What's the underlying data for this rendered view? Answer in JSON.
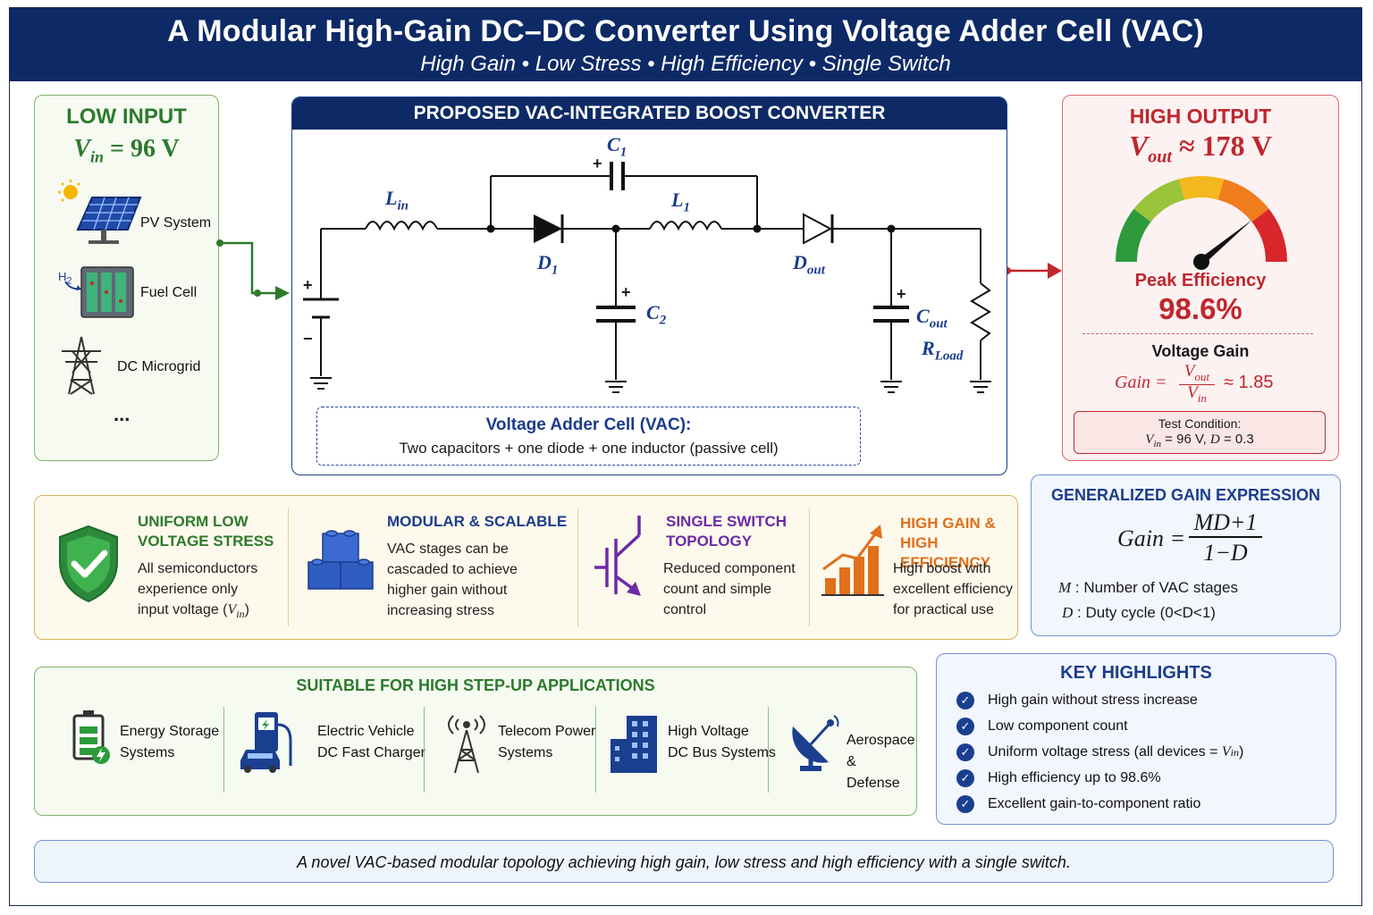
{
  "header": {
    "title": "A Modular High-Gain DC–DC Converter Using Voltage Adder Cell (VAC)",
    "subtitle": "High Gain • Low Stress • High Efficiency • Single Switch"
  },
  "input": {
    "heading": "LOW INPUT",
    "vin_symbol": "V",
    "vin_sub": "in",
    "vin_value": "= 96 V",
    "sources": [
      "PV System",
      "Fuel Cell",
      "DC Microgrid"
    ],
    "ellipsis": "...",
    "h2_label": "H",
    "h2_sub": "2"
  },
  "circuit": {
    "title": "PROPOSED VAC-INTEGRATED BOOST CONVERTER",
    "labels": {
      "lin": "L",
      "lin_sub": "in",
      "c1": "C",
      "c1_sub": "1",
      "l1": "L",
      "l1_sub": "1",
      "d1": "D",
      "d1_sub": "1",
      "c2": "C",
      "c2_sub": "2",
      "dout": "D",
      "dout_sub": "out",
      "cout": "C",
      "cout_sub": "out",
      "rload": "R",
      "rload_sub": "Load",
      "plus": "+",
      "minus": "−"
    },
    "vac_title": "Voltage Adder Cell (VAC):",
    "vac_text": "Two capacitors + one diode + one inductor (passive cell)"
  },
  "output": {
    "heading": "HIGH OUTPUT",
    "vout_symbol": "V",
    "vout_sub": "out",
    "vout_value": "≈ 178 V",
    "gauge_level": 0.78,
    "peak_label": "Peak Efficiency",
    "peak_value": "98.6%",
    "gain_heading": "Voltage Gain",
    "gain_lhs": "Gain =",
    "gain_num": "V",
    "gain_num_sub": "out",
    "gain_den": "V",
    "gain_den_sub": "in",
    "gain_value": "≈ 1.85",
    "test_title": "Test Condition:",
    "test_vin": "V",
    "test_vin_sub": "in",
    "test_rest": "= 96 V, ",
    "test_d": "D",
    "test_d_val": "= 0.3"
  },
  "features": [
    {
      "title1": "UNIFORM LOW",
      "title2": "VOLTAGE STRESS",
      "l1": "All semiconductors",
      "l2": "experience only",
      "l3": "input voltage (",
      "l3_sym": "V",
      "l3_sub": "in",
      "l3_end": ")"
    },
    {
      "title1": "MODULAR & SCALABLE",
      "l1": "VAC stages can be",
      "l2": "cascaded to achieve",
      "l3": "higher gain without",
      "l4": "increasing stress"
    },
    {
      "title1": "SINGLE SWITCH",
      "title2": "TOPOLOGY",
      "l1": "Reduced component",
      "l2": "count and simple",
      "l3": "control"
    },
    {
      "title1": "HIGH GAIN &",
      "title2": "HIGH EFFICIENCY",
      "l1": "High boost with",
      "l2": "excellent efficiency",
      "l3": "for practical use"
    }
  ],
  "general": {
    "heading": "GENERALIZED GAIN EXPRESSION",
    "lhs": "Gain =",
    "num": "MD+1",
    "den": "1−D",
    "m_sym": "M",
    "m_desc": ": Number of VAC stages",
    "d_sym": "D",
    "d_desc": ": Duty cycle (0<D<1)"
  },
  "applications": {
    "heading": "SUITABLE FOR HIGH STEP-UP APPLICATIONS",
    "items": [
      {
        "l1": "Energy Storage",
        "l2": "Systems"
      },
      {
        "l1": "Electric Vehicle",
        "l2": "DC Fast Charger"
      },
      {
        "l1": "Telecom Power",
        "l2": "Systems"
      },
      {
        "l1": "High Voltage",
        "l2": "DC Bus Systems"
      },
      {
        "l1": "Aerospace &",
        "l2": "Defense"
      }
    ]
  },
  "highlights": {
    "heading": "KEY HIGHLIGHTS",
    "check": "✓",
    "items": [
      "High gain without stress increase",
      "Low component count",
      "Uniform voltage stress (all devices = ",
      "High efficiency up to 98.6%",
      "Excellent gain-to-component ratio"
    ],
    "vin_sym": "V",
    "vin_sub": "in",
    "close": ")"
  },
  "footer": "A novel VAC-based modular topology achieving high gain, low stress and high efficiency with a single switch."
}
